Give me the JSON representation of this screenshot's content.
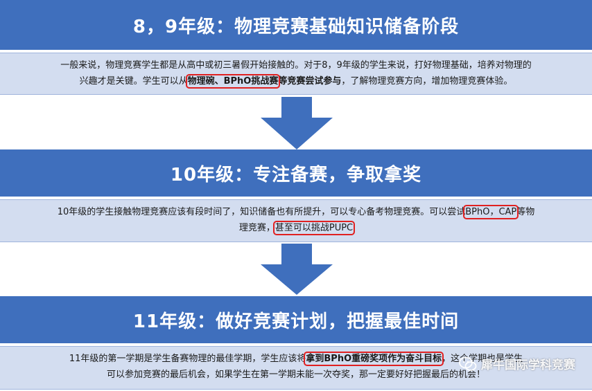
{
  "stages": [
    {
      "title": "8，9年级：物理竞赛基础知识储备阶段",
      "line1": "一般来说，物理竞赛学生都是从高中或初三暑假开始接触的。对于8，9年级的学生来说，打好物理基础，培养对物理的",
      "line2_pre": "兴趣才是关键。学生可以从",
      "line2_highlight": "物理碗、BPhO挑战赛",
      "line2_bold_tail": "等竞赛尝试参与",
      "line2_post": "，了解物理竞赛方向，增加物理竞赛体验。"
    },
    {
      "title": "10年级：专注备赛，争取拿奖",
      "line1_pre": "10年级的学生接触物理竞赛应该有段时间了，知识储备也有所提升，可以专心备考物理竞赛。可以尝试",
      "line1_highlight": "BPhO，CAP",
      "line1_post": "等物",
      "line2_pre": "理竞赛，",
      "line2_highlight": "甚至可以挑战PUPC"
    },
    {
      "title": "11年级：做好竞赛计划，把握最佳时间",
      "line1_pre": "11年级的第一学期是学生备赛物理的最佳学期，学生应该将",
      "line1_highlight": "拿到BPhO重磅奖项作为奋斗目标",
      "line1_post": "，这个学期也是学生",
      "line2": "可以参加竞赛的最后机会，如果学生在第一学期未能一次夺奖，那一定要好好把握最后的机会！"
    }
  ],
  "watermark": {
    "icon": "wechat-icon",
    "text": "犀牛国际学科竞赛"
  },
  "colors": {
    "banner": "#3f6fbd",
    "panel": "#d3ddf0",
    "arrow": "#3f6fbd",
    "highlight_box": "#e02020"
  }
}
